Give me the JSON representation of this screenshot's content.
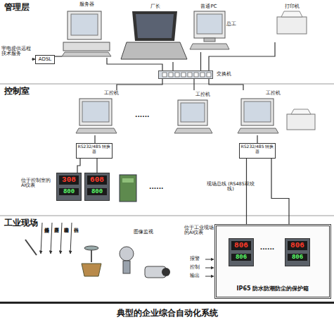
{
  "diagram": {
    "caption": "典型的企业综合自动化系统",
    "nodes": [
      {
        "text": [
          "服务器"
        ]
      },
      {
        "text": [
          "厂长"
        ]
      },
      {
        "text": [
          "普通PC"
        ]
      },
      {
        "text": [
          "打印机"
        ]
      },
      {
        "text": [
          "ADSL"
        ]
      },
      {
        "text": [
          "交换机"
        ]
      },
      {
        "text": [
          "工控机"
        ]
      },
      {
        "text": [
          "工控机"
        ]
      },
      {
        "text": [
          "工控机"
        ]
      },
      {
        "text": [
          "RS232/485 转换器"
        ]
      },
      {
        "text": [
          "RS232/485 转换器"
        ]
      },
      {
        "text": [
          "308",
          "800"
        ]
      },
      {
        "text": [
          "608",
          "800"
        ]
      },
      {
        "text": [
          "IP65 防水防潮防尘的保护箱"
        ]
      },
      {
        "text": [
          "806",
          "806"
        ],
        "in": 13
      },
      {
        "text": [
          "806",
          "806"
        ],
        "in": 13
      }
    ],
    "edges": [
      {
        "from": 0,
        "to": 4,
        "arrow": "none"
      },
      {
        "from": 0,
        "to": 5,
        "arrow": "none"
      },
      {
        "from": 1,
        "to": 5,
        "arrow": "none"
      },
      {
        "from": 2,
        "to": 5,
        "arrow": "none"
      },
      {
        "from": 3,
        "to": 5,
        "arrow": "none"
      },
      {
        "from": 5,
        "to": 6,
        "arrow": "none"
      },
      {
        "from": 5,
        "to": 7,
        "arrow": "none"
      },
      {
        "from": 5,
        "to": 8,
        "arrow": "none"
      },
      {
        "from": 6,
        "to": 9,
        "arrow": "none"
      },
      {
        "from": 8,
        "to": 10,
        "arrow": "none"
      },
      {
        "from": 9,
        "to": 11,
        "arrow": "none"
      },
      {
        "from": 9,
        "to": 12,
        "arrow": "none"
      },
      {
        "from": 10,
        "to": 14,
        "arrow": "none"
      },
      {
        "from": 10,
        "to": 15,
        "arrow": "none"
      }
    ],
    "labels": [
      "管理层",
      "宇电提供远程技术服务",
      "总工",
      "控制室",
      "......",
      "位于控制室的AI仪表",
      "......",
      "现场总线 (RS485双绞线)",
      "工业现场",
      "温度传感器",
      "压力变送器",
      "变送器输出",
      "执行器",
      "图像监视",
      "位于工业现场的AI仪表",
      "......",
      "报警",
      "控制",
      "输出"
    ]
  }
}
